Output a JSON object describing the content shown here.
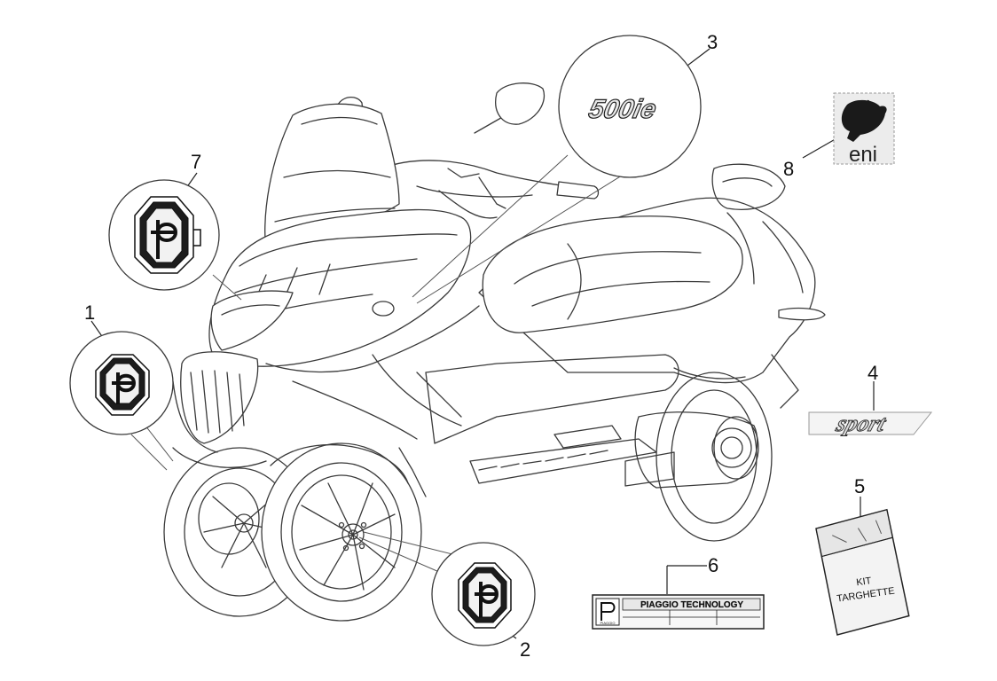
{
  "callouts": {
    "c1": "1",
    "c2": "2",
    "c3": "3",
    "c4": "4",
    "c5": "5",
    "c6": "6",
    "c7": "7",
    "c8": "8"
  },
  "decals": {
    "model_badge": "500ie",
    "sport_badge": "sport",
    "kit_line1": "KIT",
    "kit_line2": "TARGHETTE",
    "plate_brand": "PIAGGIO TECHNOLOGY",
    "plate_small": "PIAGGIO",
    "eni_text": "eni"
  },
  "colors": {
    "line": "#222222",
    "badge_dark": "#1d1d1d",
    "eni_yellow": "#ffd200"
  }
}
